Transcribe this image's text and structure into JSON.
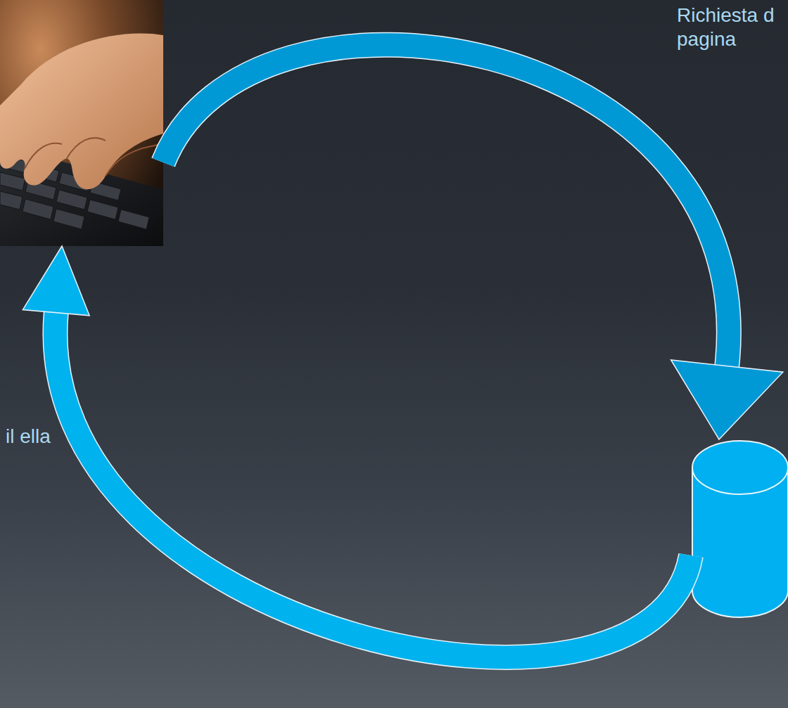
{
  "diagram": {
    "nodes": [
      {
        "text": []
      },
      {
        "text": []
      }
    ],
    "edges": [
      {
        "from": 0,
        "to": 1,
        "arrow": "to",
        "label": "Richiesta d pagina"
      },
      {
        "from": 1,
        "to": 0,
        "arrow": "to",
        "label": "il ella"
      }
    ]
  }
}
